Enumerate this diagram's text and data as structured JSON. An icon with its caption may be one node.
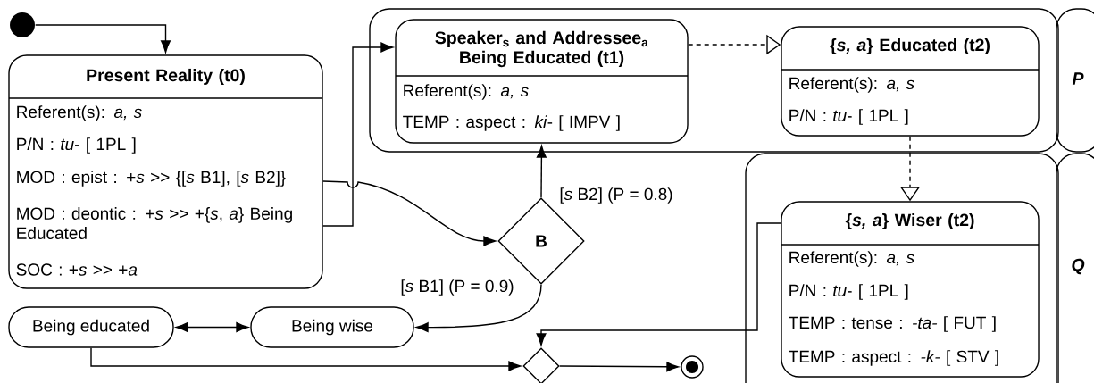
{
  "diagram": {
    "nodes": [
      {
        "text": [],
        "shape": "circle"
      },
      {
        "text": [
          "Present Reality (t0)",
          "Referent(s): *a, s*",
          "P/N : *tu*- [ 1PL ]",
          "MOD : epist : +*s* >> {[*s* B1], [*s* B2]}",
          "MOD : deontic : +*s* >> +{*s*, *a*} Being Educated",
          "SOC : +*s* >> +*a*"
        ]
      },
      {
        "text": [
          "P"
        ]
      },
      {
        "text": [
          "Speaker$_{s}$ and Addressee$_{a}$ Being Educated (t1)",
          "Referent(s): *a, s*",
          "TEMP : aspect : *ki*- [ IMPV ]"
        ],
        "in": 2
      },
      {
        "text": [
          "{*s, a*} Educated (t2)",
          "Referent(s): *a, s*",
          "P/N : *tu*- [ 1PL ]"
        ],
        "in": 2
      },
      {
        "text": [
          "Q"
        ]
      },
      {
        "text": [
          "{*s, a*} Wiser (t2)",
          "Referent(s): *a, s*",
          "P/N : *tu*- [ 1PL ]",
          "TEMP : tense : *-ta-* [ FUT ]",
          "TEMP : aspect : *-k-* [ STV ]"
        ],
        "in": 5
      },
      {
        "text": [
          "B"
        ]
      },
      {
        "text": [
          "Being educated"
        ]
      },
      {
        "text": [
          "Being wise"
        ]
      },
      {
        "text": [],
        "shape": "diamond"
      },
      {
        "text": [],
        "shape": "circle"
      }
    ],
    "edges": [
      {
        "from": 0,
        "to": 1,
        "arrow": "to"
      },
      {
        "from": 1,
        "to": 3,
        "arrow": "to"
      },
      {
        "from": 1,
        "to": 7,
        "arrow": "to"
      },
      {
        "from": 7,
        "to": 3,
        "arrow": "to",
        "label": "[*s* B2] (P = 0.8)"
      },
      {
        "from": 7,
        "to": 9,
        "arrow": "to",
        "label": "[*s* B1] (P = 0.9)"
      },
      {
        "from": 8,
        "to": 9,
        "arrow": "both"
      },
      {
        "from": 3,
        "to": 4,
        "arrow": "to",
        "style": "dashed"
      },
      {
        "from": 4,
        "to": 6,
        "arrow": "to",
        "style": "dashed"
      },
      {
        "from": 6,
        "to": 10,
        "arrow": "to"
      },
      {
        "from": 8,
        "to": 10,
        "arrow": "to"
      },
      {
        "from": 10,
        "to": 11,
        "arrow": "to"
      }
    ]
  }
}
